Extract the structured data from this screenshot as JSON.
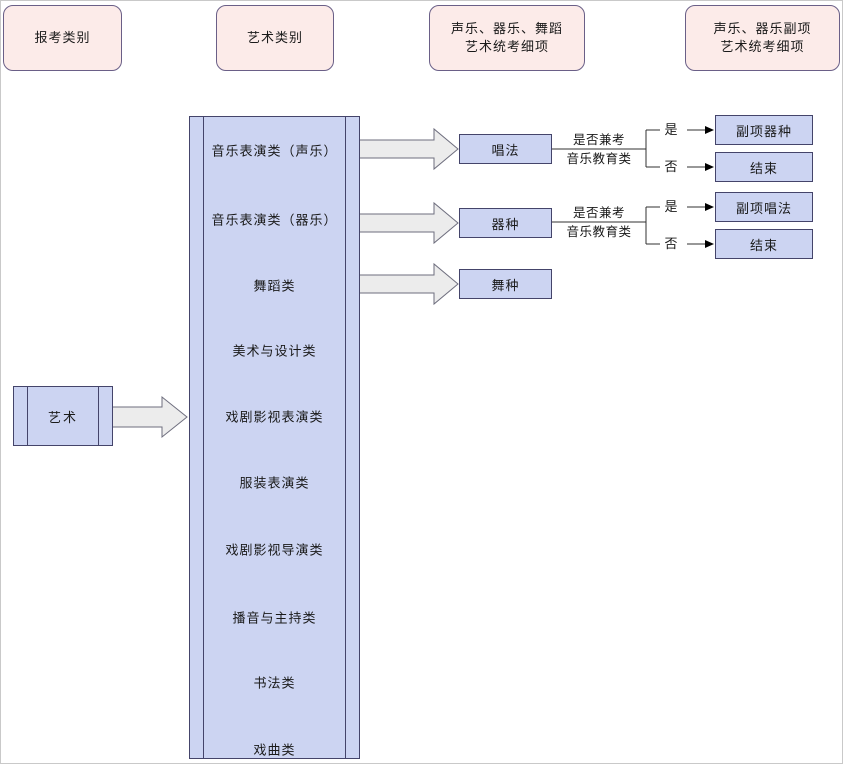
{
  "headers": [
    {
      "lines": [
        "报考类别"
      ]
    },
    {
      "lines": [
        "艺术类别"
      ]
    },
    {
      "lines": [
        "声乐、器乐、舞蹈",
        "艺术统考细项"
      ]
    },
    {
      "lines": [
        "声乐、器乐副项",
        "艺术统考细项"
      ]
    }
  ],
  "source_box": {
    "label": "艺术"
  },
  "categories": [
    "音乐表演类（声乐）",
    "音乐表演类（器乐）",
    "舞蹈类",
    "美术与设计类",
    "戏剧影视表演类",
    "服装表演类",
    "戏剧影视导演类",
    "播音与主持类",
    "书法类",
    "戏曲类"
  ],
  "detail_boxes": {
    "vocal": "唱法",
    "instrument": "器种",
    "dance": "舞种"
  },
  "decisions": [
    {
      "question_line1": "是否兼考",
      "question_line2": "音乐教育类",
      "yes_label": "是",
      "no_label": "否",
      "yes_target": "副项器种",
      "no_target": "结束"
    },
    {
      "question_line1": "是否兼考",
      "question_line2": "音乐教育类",
      "yes_label": "是",
      "no_label": "否",
      "yes_target": "副项唱法",
      "no_target": "结束"
    }
  ],
  "colors": {
    "header_fill": "#fcebe9",
    "header_border": "#6a5f87",
    "box_fill": "#ccd4f2",
    "box_border": "#44446a",
    "block_arrow_fill": "#ececec",
    "block_arrow_border": "#6e6e7e",
    "connector_line": "#303030",
    "text": "#1a1a1a"
  }
}
